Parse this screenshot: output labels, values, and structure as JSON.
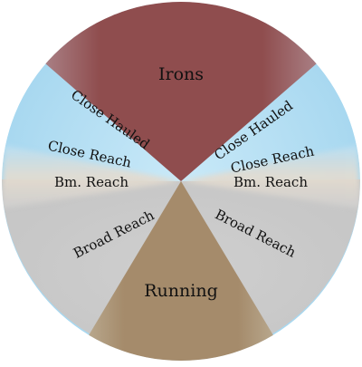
{
  "diagram": {
    "center_label": "",
    "sectors": {
      "irons": {
        "label": "Irons",
        "color": "#8e4a4b"
      },
      "running": {
        "label": "Running",
        "color": "#a4896a"
      },
      "close_hauled_left": {
        "label": "Close Hauled",
        "color": "#b7def3"
      },
      "close_hauled_right": {
        "label": "Close Hauled",
        "color": "#b7def3"
      },
      "close_reach_left": {
        "label": "Close Reach",
        "color": "#b7def3"
      },
      "close_reach_right": {
        "label": "Close Reach",
        "color": "#b7def3"
      },
      "beam_reach_left": {
        "label": "Bm. Reach",
        "color": "#d9d2c6"
      },
      "beam_reach_right": {
        "label": "Bm. Reach",
        "color": "#d9d2c6"
      },
      "broad_reach_left": {
        "label": "Broad Reach",
        "color": "#cfcfcf"
      },
      "broad_reach_right": {
        "label": "Broad Reach",
        "color": "#cfcfcf"
      }
    }
  }
}
